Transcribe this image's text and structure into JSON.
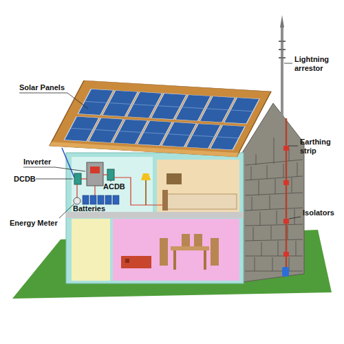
{
  "diagram": {
    "labels": [
      "Solar Panels",
      "Inverter",
      "DCDB",
      "ACDB",
      "Energy Meter",
      "Batteries",
      "Lightning arrestor",
      "Earthing strip",
      "Isolators"
    ]
  }
}
